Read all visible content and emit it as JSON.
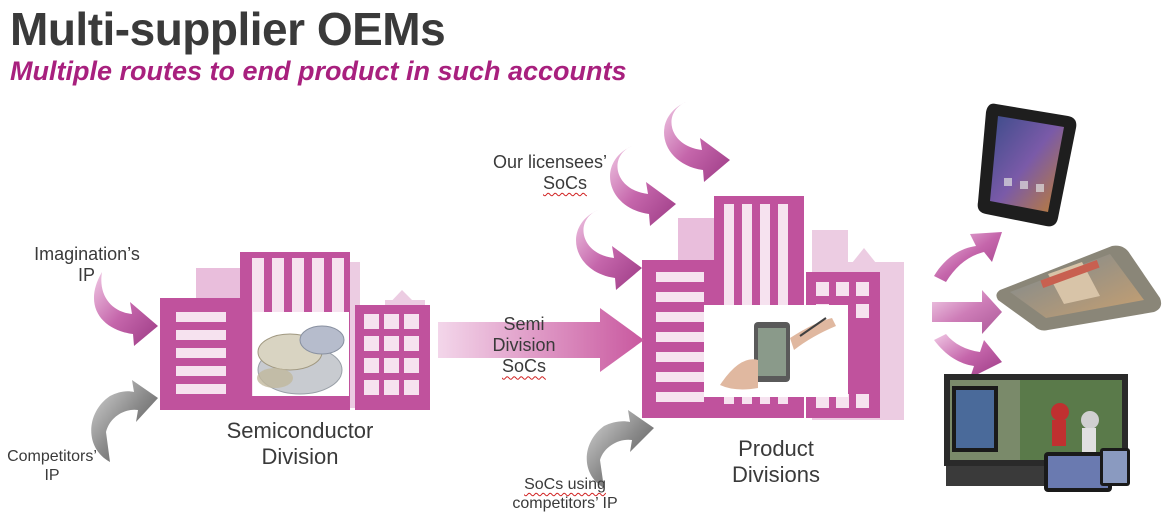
{
  "header": {
    "title": "Multi-supplier OEMs",
    "subtitle": "Multiple routes to end product in such accounts"
  },
  "labels": {
    "imagination_ip": [
      "Imagination’s",
      "IP"
    ],
    "competitors_ip": [
      "Competitors’",
      "IP"
    ],
    "semiconductor_division": [
      "Semiconductor",
      "Division"
    ],
    "semi_division_socs": [
      "Semi",
      "Division",
      "SoCs"
    ],
    "licensees_socs": [
      "Our licensees’",
      "SoCs"
    ],
    "socs_competitors_ip": [
      "SoCs using",
      "competitors’ IP"
    ],
    "product_divisions": [
      "Product",
      "Divisions"
    ]
  },
  "colors": {
    "brand_magenta": "#a8207e",
    "building_dark": "#c0529d",
    "building_light": "#e9bedc",
    "arrow_purple": "#b9559f",
    "arrow_grey": "#6b6b6b"
  },
  "icons": {
    "devices": [
      "smartphone",
      "tablet",
      "tv-and-tablets"
    ]
  }
}
